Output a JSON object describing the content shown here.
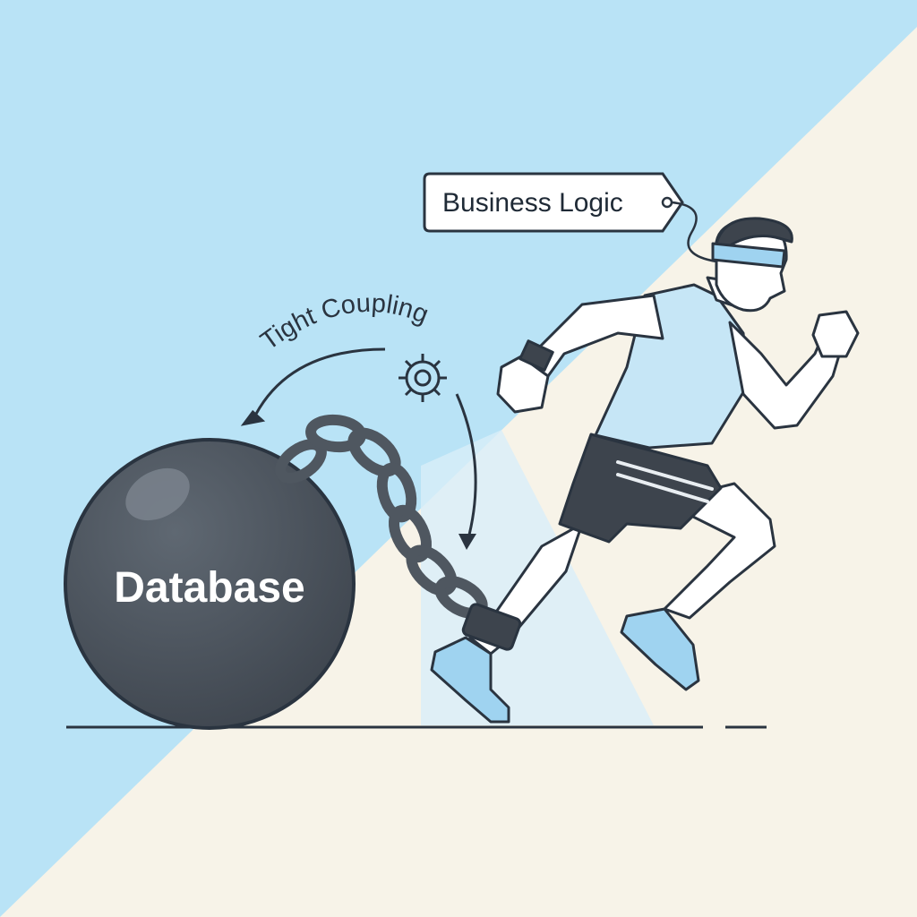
{
  "labels": {
    "tag": "Business Logic",
    "coupling": "Tight Coupling",
    "ball": "Database"
  },
  "colors": {
    "sky": "#b9e3f6",
    "cream": "#f7f3e8",
    "ink": "#2a3440",
    "ball": "#4d5560",
    "ball_highlight": "#6c757f",
    "chain": "#4f5760",
    "outfit_top": "#c6e6f6",
    "shorts": "#3d444d",
    "shoe": "#9fd3f0",
    "skin": "#ffffff"
  },
  "icons": [
    "gear-icon",
    "arrow-left-icon",
    "arrow-right-icon",
    "chain-icon",
    "ball-and-chain-icon",
    "runner-figure"
  ]
}
